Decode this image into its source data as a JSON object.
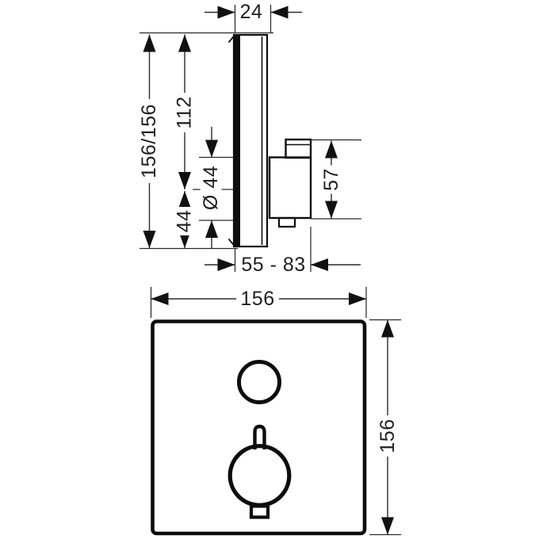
{
  "colors": {
    "background": "#ffffff",
    "object_lines": "#0d0d0d",
    "dimension_lines": "#2a2a2a",
    "label_text": "#1f1f1f"
  },
  "side_view": {
    "depth": "24",
    "height_total": "156/156",
    "offset_top": "112",
    "offset_bottom": "44",
    "connection_diameter": "Ø 44",
    "body_height": "57",
    "install_depth_range": "55 - 83"
  },
  "front_view": {
    "width": "156",
    "height": "156"
  }
}
